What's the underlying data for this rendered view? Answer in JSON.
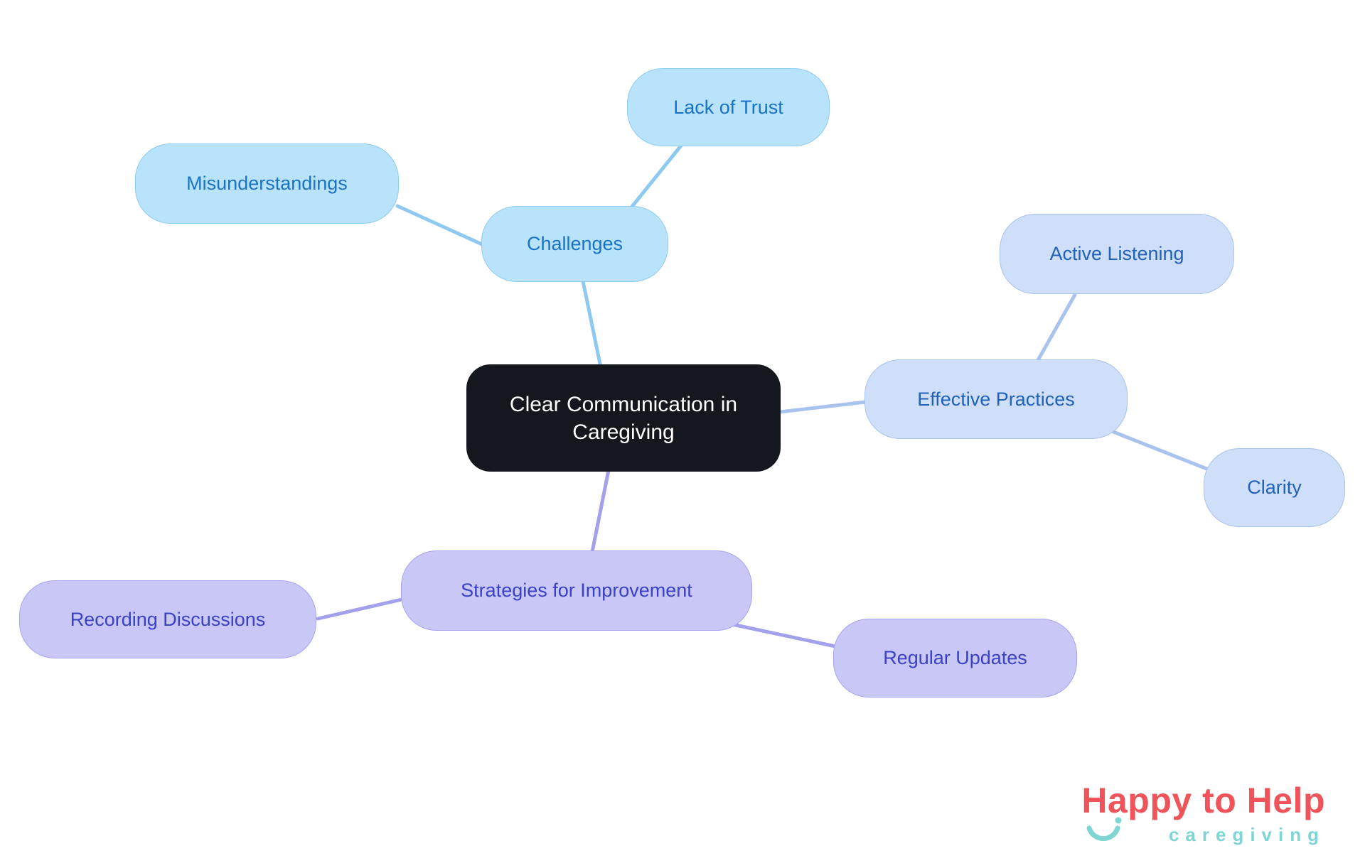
{
  "diagram": {
    "type": "mindmap",
    "nodes": {
      "center": {
        "label": "Clear Communication in Caregiving"
      },
      "challenges": {
        "label": "Challenges"
      },
      "lack_of_trust": {
        "label": "Lack of Trust"
      },
      "misunderstandings": {
        "label": "Misunderstandings"
      },
      "effective_practices": {
        "label": "Effective Practices"
      },
      "active_listening": {
        "label": "Active Listening"
      },
      "clarity": {
        "label": "Clarity"
      },
      "strategies": {
        "label": "Strategies for Improvement"
      },
      "recording_discussions": {
        "label": "Recording Discussions"
      },
      "regular_updates": {
        "label": "Regular Updates"
      }
    },
    "edges": [
      {
        "from": "center",
        "to": "challenges"
      },
      {
        "from": "challenges",
        "to": "lack_of_trust"
      },
      {
        "from": "challenges",
        "to": "misunderstandings"
      },
      {
        "from": "center",
        "to": "effective_practices"
      },
      {
        "from": "effective_practices",
        "to": "active_listening"
      },
      {
        "from": "effective_practices",
        "to": "clarity"
      },
      {
        "from": "center",
        "to": "strategies"
      },
      {
        "from": "strategies",
        "to": "recording_discussions"
      },
      {
        "from": "strategies",
        "to": "regular_updates"
      }
    ],
    "colors": {
      "center_bg": "#14171e",
      "center_text": "#ffffff",
      "challenges_fill": "#b9e3fa",
      "challenges_border": "#8ecdf2",
      "challenges_text": "#1a72c5",
      "challenges_edge": "#8ec9ef",
      "practices_fill": "#cfdffa",
      "practices_border": "#a9c3ef",
      "practices_text": "#2061ba",
      "practices_edge": "#a9c3ef",
      "strategies_fill": "#c9c7f6",
      "strategies_border": "#a8a5ef",
      "strategies_text": "#3a41c4",
      "strategies_edge": "#a3a0ec"
    }
  },
  "logo": {
    "title": "Happy to Help",
    "subtitle": "caregiving",
    "title_color": "#ee5459",
    "subtitle_color": "#7fd4d4"
  }
}
